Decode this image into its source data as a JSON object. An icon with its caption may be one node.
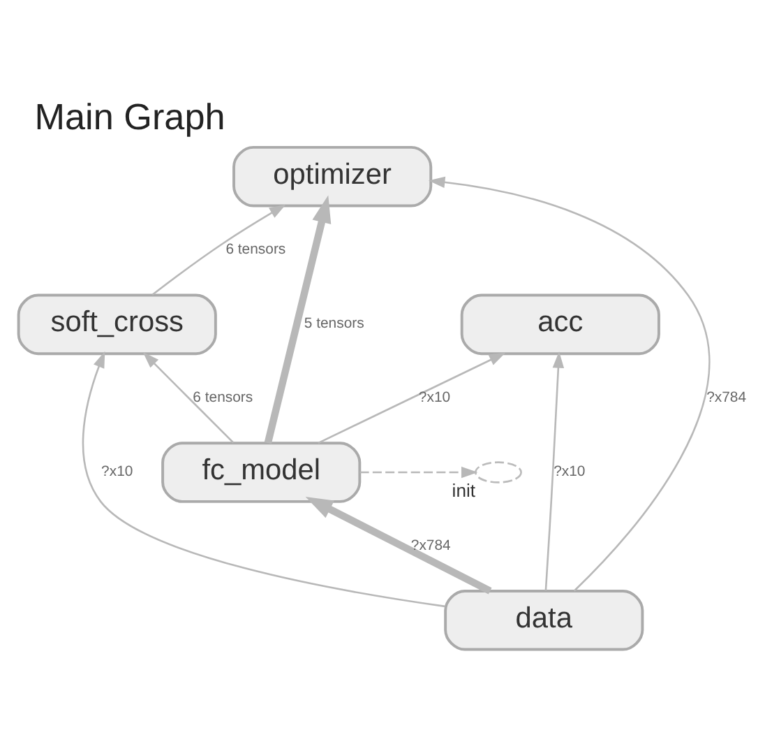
{
  "diagram": {
    "title": "Main Graph",
    "nodes": [
      {
        "text": [
          "optimizer"
        ]
      },
      {
        "text": [
          "soft_cross"
        ]
      },
      {
        "text": [
          "acc"
        ]
      },
      {
        "text": [
          "fc_model"
        ]
      },
      {
        "text": [],
        "shape": "ellipse",
        "beside": [
          "init"
        ]
      },
      {
        "text": [
          "data"
        ]
      }
    ],
    "edges": [
      {
        "from": 1,
        "to": 0,
        "arrow": "to",
        "label": "6 tensors"
      },
      {
        "from": 3,
        "to": 1,
        "arrow": "to",
        "label": "6 tensors"
      },
      {
        "from": 3,
        "to": 2,
        "arrow": "to",
        "label": "?x10"
      },
      {
        "from": 3,
        "to": 0,
        "arrow": "to",
        "label": "5 tensors",
        "style": "thick"
      },
      {
        "from": 3,
        "to": 4,
        "arrow": "to",
        "style": "dashed"
      },
      {
        "from": 5,
        "to": 1,
        "arrow": "to",
        "label": "?x10"
      },
      {
        "from": 5,
        "to": 2,
        "arrow": "to",
        "label": "?x10"
      },
      {
        "from": 5,
        "to": 3,
        "arrow": "to",
        "label": "?x784",
        "style": "thick"
      },
      {
        "from": 5,
        "to": 0,
        "arrow": "to",
        "label": "?x784"
      }
    ]
  }
}
